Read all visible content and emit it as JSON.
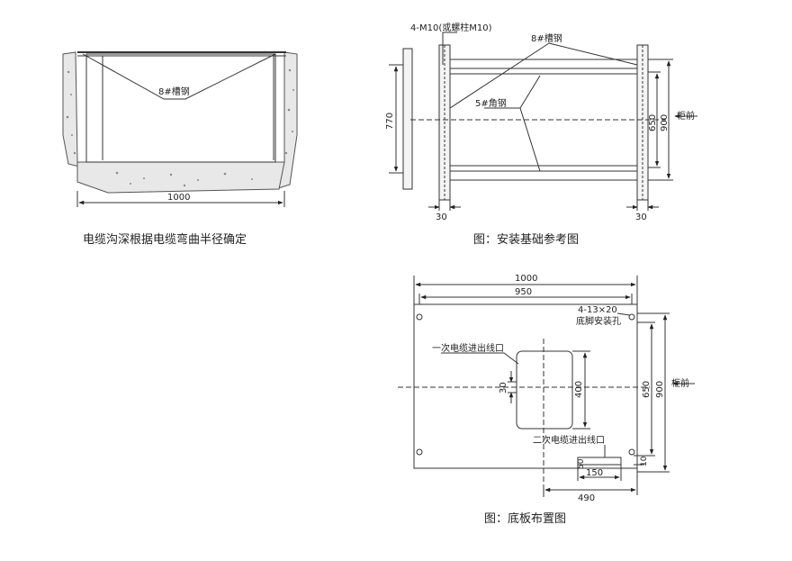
{
  "trench": {
    "channel_label": "8#槽钢",
    "width_dim": "1000",
    "caption": "电缆沟深根据电缆弯曲半径确定"
  },
  "install": {
    "bolt_label": "4-M10(或螺柱M10)",
    "channel_label": "8#槽钢",
    "angle_label": "5#角钢",
    "height_770": "770",
    "dim_650": "650",
    "dim_900": "900",
    "front_label": "柜前",
    "dim_30_left": "30",
    "dim_30_right": "30",
    "caption": "图：安装基础参考图"
  },
  "baseplate": {
    "dim_1000": "1000",
    "dim_950": "950",
    "hole_spec": "4-13×20",
    "hole_label": "底脚安装孔",
    "primary_cable": "一次电缆进出线口",
    "secondary_cable": "二次电缆进出线口",
    "dim_30": "30",
    "dim_400": "400",
    "dim_650": "650",
    "dim_900": "900",
    "dim_10": "10",
    "dim_50": "50",
    "dim_150": "150",
    "dim_490": "490",
    "front_label": "柜前",
    "caption": "图：底板布置图"
  }
}
